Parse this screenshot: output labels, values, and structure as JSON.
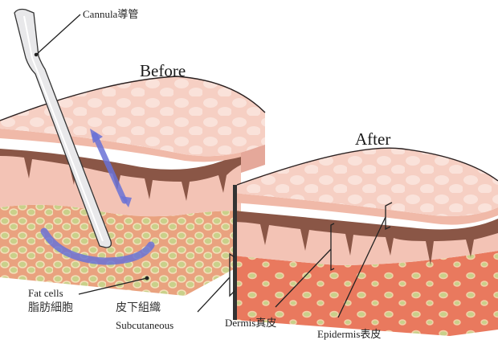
{
  "diagram": {
    "titles": {
      "before": "Before",
      "after": "After"
    },
    "labels": {
      "cannula": "Cannula導管",
      "fat_cells_en": "Fat cells",
      "fat_cells_zh": "脂肪細胞",
      "subcutaneous_zh": "皮下組織",
      "subcutaneous_en": "Subcutaneous",
      "dermis": "Dermis真皮",
      "epidermis": "Epidermis表皮"
    },
    "colors": {
      "epidermis_top": "#f6cfc3",
      "epidermis_side": "#f0b9a8",
      "dermis_brown": "#8a5646",
      "dermis_pink": "#f3c3b5",
      "fat_before": "#e9a27f",
      "fat_cell_fill": "#c9d08a",
      "fat_cell_rim": "#f2e0b8",
      "fat_after": "#e9795e",
      "arrow_blue": "#6a72d6",
      "outline": "#2a2020"
    }
  }
}
